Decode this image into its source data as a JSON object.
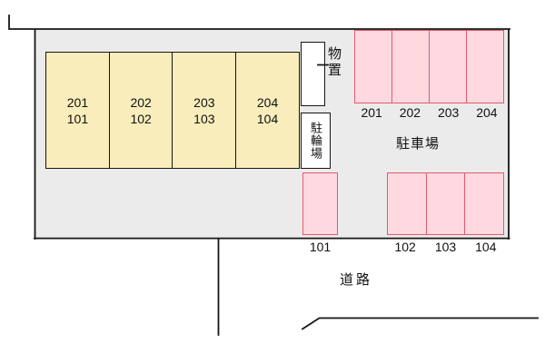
{
  "plan": {
    "building_units": [
      {
        "upper": "201",
        "lower": "101"
      },
      {
        "upper": "202",
        "lower": "102"
      },
      {
        "upper": "203",
        "lower": "103"
      },
      {
        "upper": "204",
        "lower": "104"
      }
    ],
    "storage": {
      "label": "物置"
    },
    "bike_parking": {
      "label": "駐輪場"
    },
    "parking_area": {
      "label": "駐車場",
      "top_space_labels": [
        "201",
        "202",
        "203",
        "204"
      ],
      "bottom_single_label": "101",
      "bottom_space_labels": [
        "102",
        "103",
        "104"
      ]
    },
    "road": {
      "label": "道路"
    },
    "colors": {
      "ground": "#ebebeb",
      "building_fill": "#f8edbb",
      "parking_fill": "#ffd9df",
      "parking_border": "#e05a70",
      "line": "#161616"
    }
  }
}
